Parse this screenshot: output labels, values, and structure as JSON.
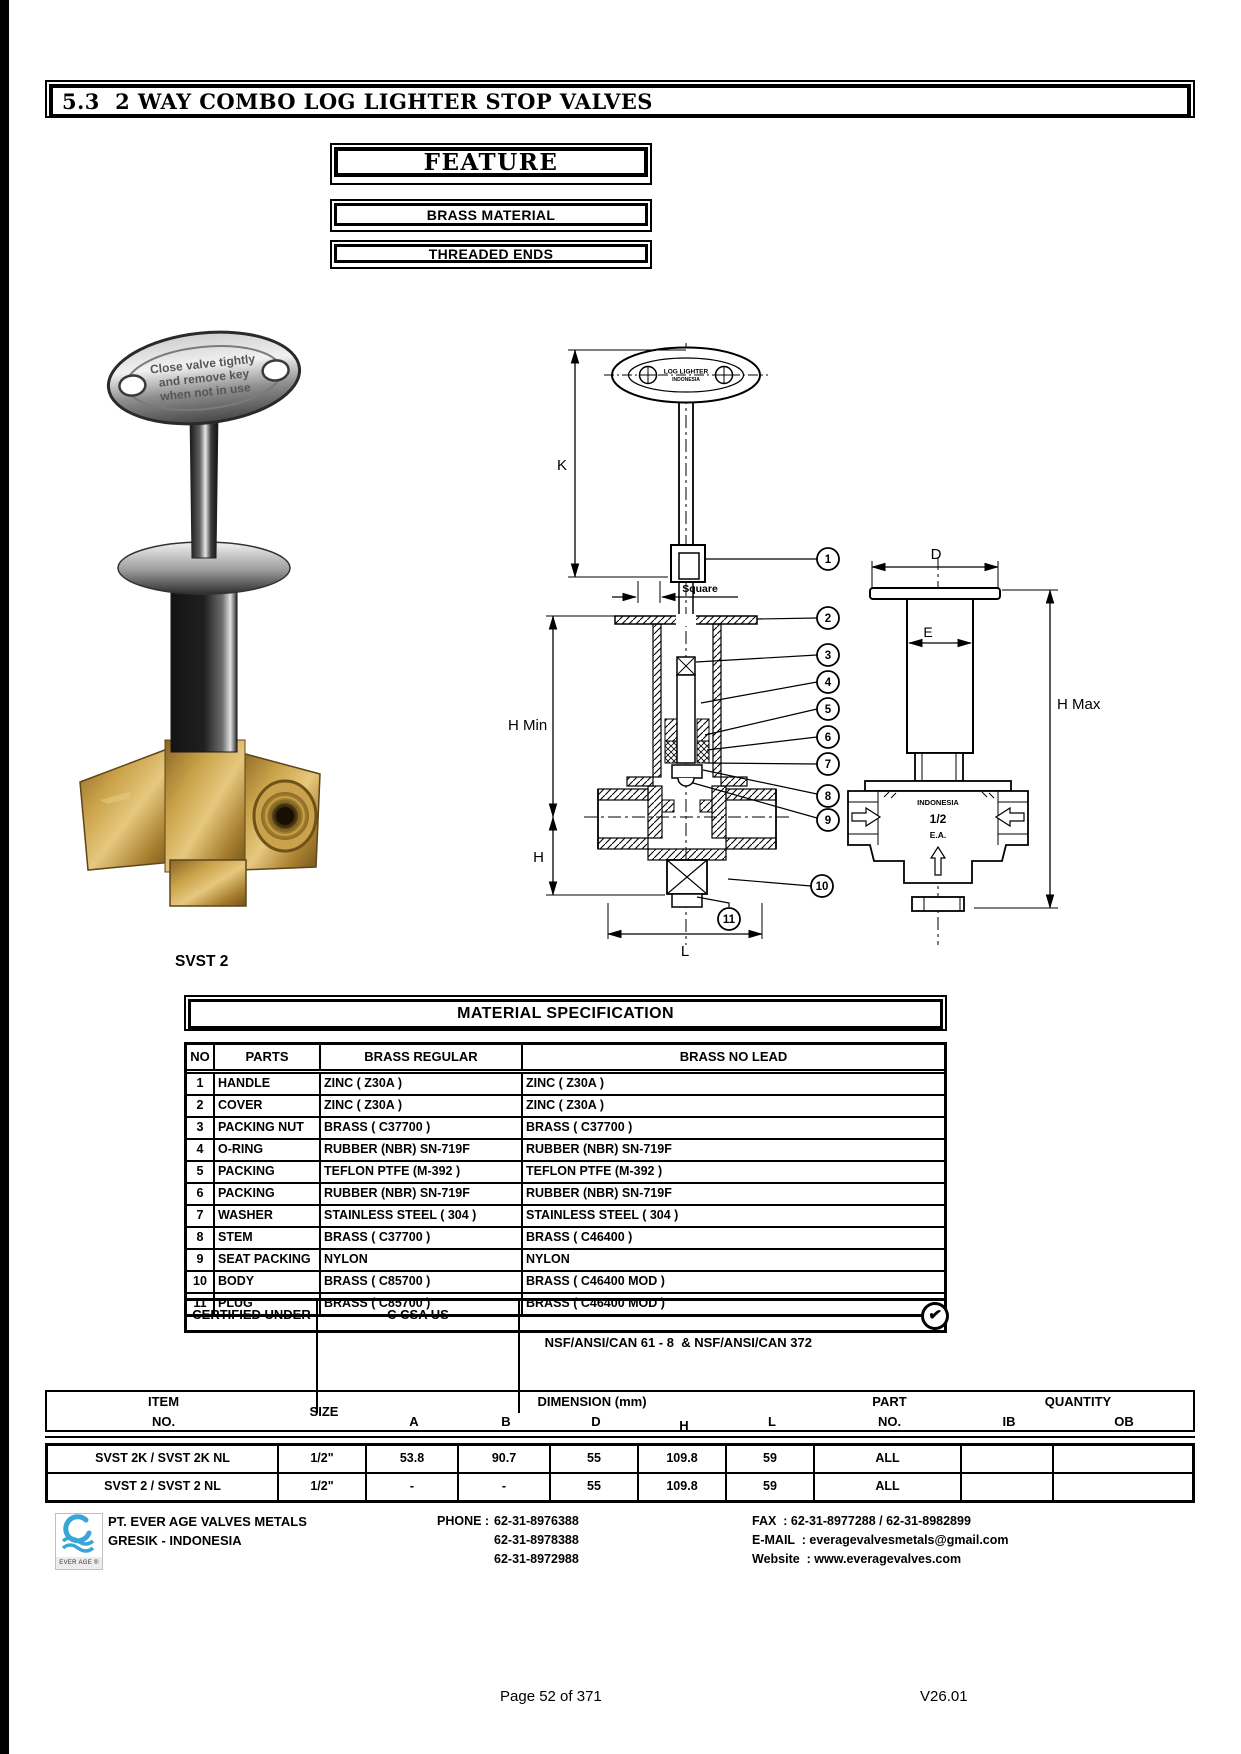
{
  "page": {
    "title": "5.3  2 WAY COMBO LOG LIGHTER STOP VALVES",
    "page_number": "Page 52 of 371",
    "version": "V26.01"
  },
  "feature": {
    "heading": "FEATURE",
    "badges": [
      "BRASS MATERIAL",
      "THREADED ENDS"
    ]
  },
  "photo": {
    "key_engraving": [
      "Close valve tightly",
      "and remove key",
      "when not in use"
    ],
    "model_label": "SVST 2"
  },
  "drawing": {
    "key_oval_text": [
      "LOG LIGHTER",
      "INDONESIA"
    ],
    "dim_labels": {
      "k": "K",
      "square": "Square",
      "h_min": "H Min",
      "h": "H",
      "l": "L",
      "d": "D",
      "e": "E",
      "h_max": "H Max"
    },
    "body_markings": {
      "origin": "INDONESIA",
      "size": "1/2",
      "ports": "E.A."
    },
    "callouts": [
      "1",
      "2",
      "3",
      "4",
      "5",
      "6",
      "7",
      "8",
      "9",
      "10",
      "11"
    ]
  },
  "material_spec": {
    "title": "MATERIAL SPECIFICATION",
    "columns": [
      "NO",
      "PARTS",
      "BRASS REGULAR",
      "BRASS NO LEAD"
    ],
    "rows": [
      {
        "no": "1",
        "part": "HANDLE",
        "brass_regular": "ZINC ( Z30A )",
        "brass_no_lead": "ZINC ( Z30A )"
      },
      {
        "no": "2",
        "part": "COVER",
        "brass_regular": "ZINC ( Z30A )",
        "brass_no_lead": "ZINC ( Z30A )"
      },
      {
        "no": "3",
        "part": "PACKING NUT",
        "brass_regular": "BRASS ( C37700 )",
        "brass_no_lead": "BRASS ( C37700 )"
      },
      {
        "no": "4",
        "part": "O-RING",
        "brass_regular": "RUBBER (NBR) SN-719F",
        "brass_no_lead": "RUBBER (NBR) SN-719F"
      },
      {
        "no": "5",
        "part": "PACKING",
        "brass_regular": "TEFLON PTFE (M-392 )",
        "brass_no_lead": "TEFLON PTFE (M-392 )"
      },
      {
        "no": "6",
        "part": "PACKING",
        "brass_regular": "RUBBER (NBR) SN-719F",
        "brass_no_lead": "RUBBER (NBR) SN-719F"
      },
      {
        "no": "7",
        "part": "WASHER",
        "brass_regular": "STAINLESS STEEL ( 304 )",
        "brass_no_lead": "STAINLESS STEEL ( 304 )"
      },
      {
        "no": "8",
        "part": "STEM",
        "brass_regular": "BRASS ( C37700 )",
        "brass_no_lead": "BRASS ( C46400 )"
      },
      {
        "no": "9",
        "part": "SEAT PACKING",
        "brass_regular": "NYLON",
        "brass_no_lead": "NYLON"
      },
      {
        "no": "10",
        "part": "BODY",
        "brass_regular": "BRASS ( C85700 )",
        "brass_no_lead": "BRASS ( C46400 MOD )"
      },
      {
        "no": "11",
        "part": "PLUG",
        "brass_regular": "BRASS ( C85700 )",
        "brass_no_lead": "BRASS ( C46400 MOD )"
      }
    ],
    "certified": {
      "label": "CERTIFIED UNDER",
      "brass_regular": "C CSA US",
      "brass_no_lead": "NSF/ANSI/CAN 61 - 8  & NSF/ANSI/CAN 372",
      "check_icon": "✔"
    }
  },
  "dimension_table": {
    "header": {
      "item": "ITEM",
      "item_no": "NO.",
      "size": "SIZE",
      "dimension": "DIMENSION (mm)",
      "dims": [
        "A",
        "B",
        "D",
        "H",
        "L"
      ],
      "part": "PART",
      "part_no": "NO.",
      "quantity": "QUANTITY",
      "qty_cols": [
        "IB",
        "OB"
      ]
    },
    "rows": [
      {
        "item": "SVST 2K / SVST 2K NL",
        "size": "1/2\"",
        "a": "53.8",
        "b": "90.7",
        "d": "55",
        "h": "109.8",
        "l": "59",
        "part_no": "ALL",
        "ib": "",
        "ob": ""
      },
      {
        "item": "SVST 2 / SVST 2 NL",
        "size": "1/2\"",
        "a": "-",
        "b": "-",
        "d": "55",
        "h": "109.8",
        "l": "59",
        "part_no": "ALL",
        "ib": "",
        "ob": ""
      }
    ]
  },
  "footer": {
    "logo_text": "EVER AGE ®",
    "company": [
      "PT. EVER AGE VALVES METALS",
      "GRESIK - INDONESIA"
    ],
    "phone_label": "PHONE :",
    "phone_numbers": [
      "62-31-8976388",
      "62-31-8978388",
      "62-31-8972988"
    ],
    "contacts": [
      "FAX  : 62-31-8977288 / 62-31-8982899",
      "E-MAIL  : everagevalvesmetals@gmail.com",
      "Website  : www.everagevalves.com"
    ]
  },
  "colors": {
    "line": "#000000",
    "logo_blue": "#3aa6d8",
    "brass": "#c9a148"
  }
}
